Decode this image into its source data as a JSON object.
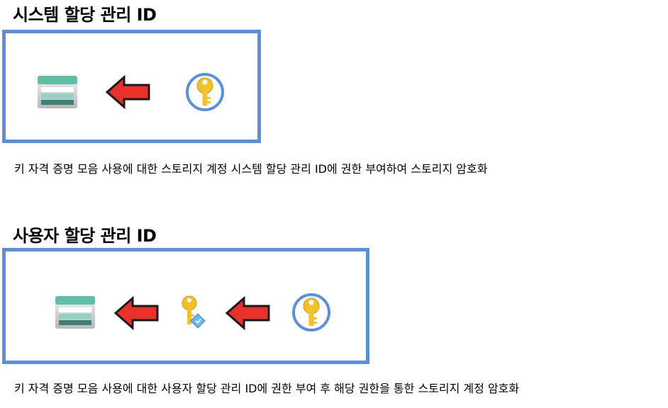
{
  "section1": {
    "title": "시스템 할당 관리 ID",
    "caption": "키 자격 증명 모음 사용에 대한 스토리지 계정 시스템 할당 관리 ID에 권한 부여하여 스토리지 암호화",
    "icons": [
      "storage-account-icon",
      "red-arrow-left-icon",
      "key-vault-key-icon"
    ]
  },
  "section2": {
    "title": "사용자 할당 관리 ID",
    "caption": "키 자격 증명 모음 사용에 대한 사용자 할당 관리 ID에 권한 부여 후 해당 권한을 통한 스토리지 계정 암호화",
    "icons": [
      "storage-account-icon",
      "red-arrow-left-icon",
      "managed-identity-key-icon",
      "red-arrow-left-icon",
      "key-vault-key-icon"
    ]
  },
  "colors": {
    "frame_border": "#5b8fd6",
    "arrow_fill": "#e8312a",
    "storage_teal": "#5fbfa6",
    "storage_dark": "#3f7f74",
    "key_gold": "#f2c12e",
    "vault_ring": "#5b8fd6"
  }
}
